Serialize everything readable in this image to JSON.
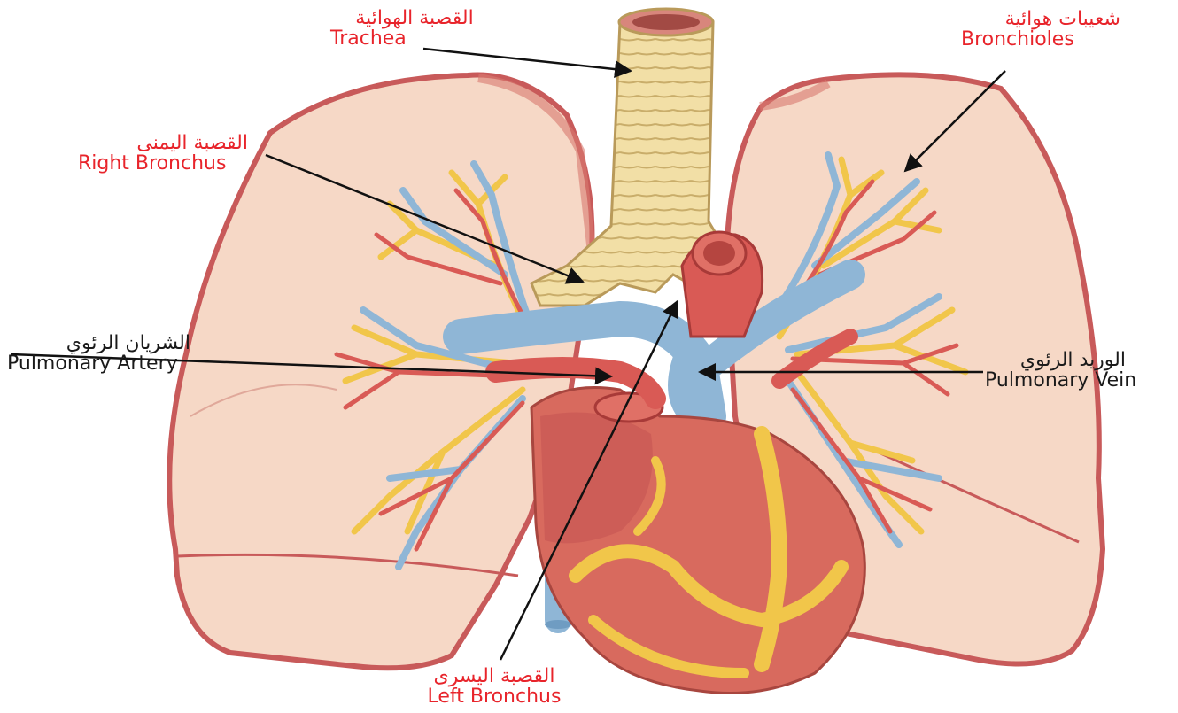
{
  "colors": {
    "label_red": "#e8242b",
    "label_black": "#1a1a1a",
    "lung_fill": "#f6d8c6",
    "lung_edge": "#c85a5a",
    "trachea": "#f2dfa6",
    "artery": "#d95a55",
    "vein": "#8fb6d6",
    "heart": "#d86a5e",
    "fat": "#f1c64a"
  },
  "labels": {
    "trachea": {
      "ar": "القصبة الهوائية",
      "en": "Trachea"
    },
    "bronchioles": {
      "ar": "شعيبات هوائية",
      "en": "Bronchioles"
    },
    "right_bronchus": {
      "ar": "القصبة اليمنى",
      "en": "Right Bronchus"
    },
    "pulmonary_artery": {
      "ar": "الشريان الرئوي",
      "en": "Pulmonary Artery"
    },
    "pulmonary_vein": {
      "ar": "الوريد الرئوي",
      "en": "Pulmonary Vein"
    },
    "left_bronchus": {
      "ar": "القصبة اليسرى",
      "en": "Left Bronchus"
    }
  }
}
